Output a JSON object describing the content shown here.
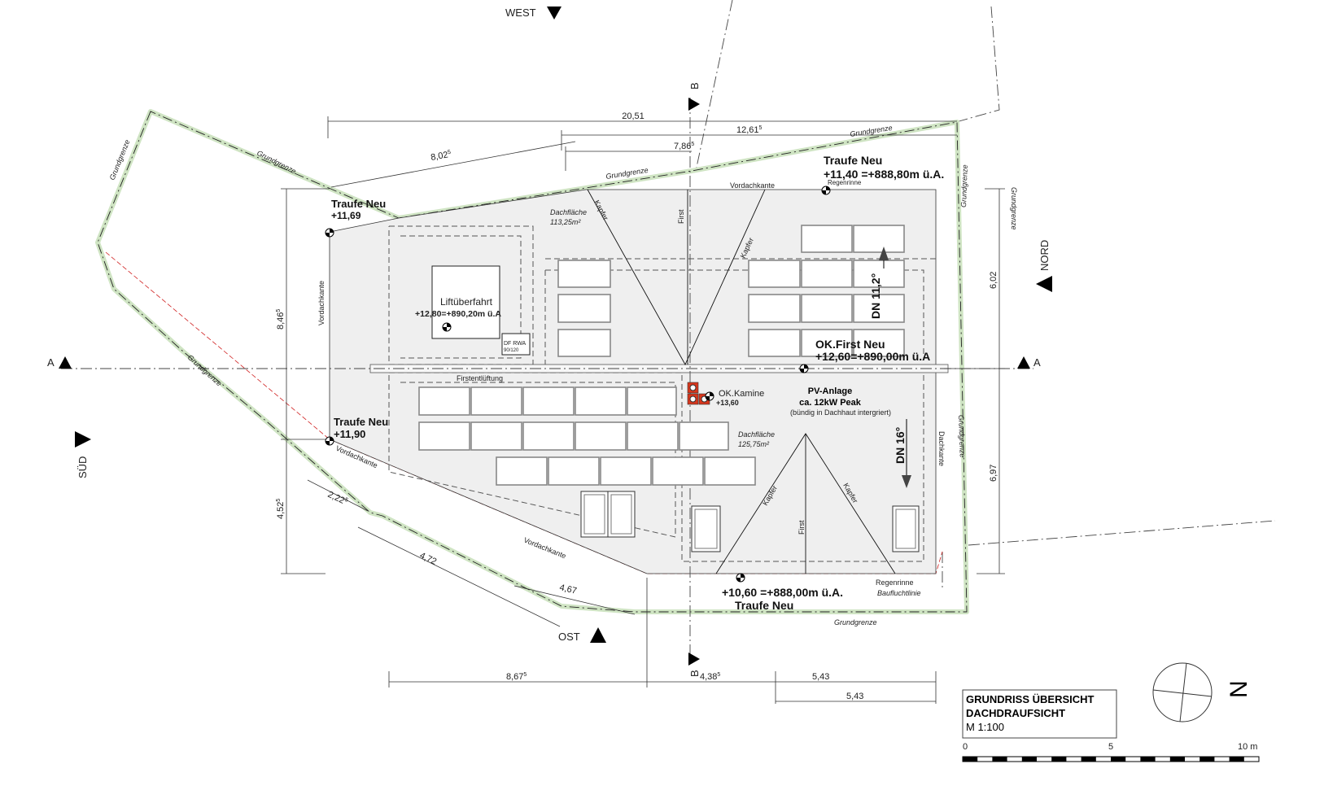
{
  "colors": {
    "boundary": "#cfe4c3",
    "roof": "#efefef",
    "chimney": "#d7361c",
    "property_line": "#d02020"
  },
  "orientation": {
    "west": "WEST",
    "ost": "OST",
    "sued": "SÜD",
    "nord": "NORD",
    "section_a": "A",
    "section_b": "B"
  },
  "dimensions": {
    "top_total": "20,51",
    "top_12": "12,61",
    "top_12_sup": "5",
    "top_7": "7,86",
    "top_7_sup": "5",
    "top_diag": "8,02",
    "top_diag_sup": "5",
    "left_upper": "8,46",
    "left_upper_sup": "5",
    "left_lower": "4,52",
    "left_lower_sup": "5",
    "right_upper": "6,02",
    "right_lower": "6,97",
    "diag_1": "2,22",
    "diag_1_sup": "5",
    "diag_2": "4,72",
    "diag_3": "4,67",
    "bottom_1": "8,67",
    "bottom_1_sup": "5",
    "bottom_2": "4,38",
    "bottom_2_sup": "5",
    "bottom_3": "5,43",
    "bottom_4": "5,43"
  },
  "labels": {
    "grundgrenze": "Grundgrenze",
    "traufe_neu": "Traufe Neu",
    "traufe_1169": "+11,69",
    "traufe_1190": "+11,90",
    "traufe_top": "+11,40 =+888,80m ü.A.",
    "traufe_bottom": "+10,60 =+888,00m ü.A.",
    "regenrinne": "Regenrinne",
    "vordachkante": "Vordachkante",
    "dachkante": "Dachkante",
    "dachflaeche": "Dachfläche",
    "dachflaeche_1": "113,25m²",
    "dachflaeche_2": "125,75m²",
    "kapfer": "Kapfer",
    "first": "First",
    "lift_title": "Liftüberfahrt",
    "lift_level": "+12,80=+890,20m ü.A",
    "df_rwa": "DF RWA",
    "df_rwa_size": "90/120",
    "ok_first": "OK.First Neu",
    "ok_first_level": "+12,60=+890,00m ü.A",
    "firstentlueftung": "Firstentlüftung",
    "ok_kamine": "OK.Kamine",
    "ok_kamine_level": "+13,60",
    "pv_title": "PV-Anlage",
    "pv_power": "ca. 12kW Peak",
    "pv_note": "(bündig in Dachhaut intergriert)",
    "dn_112": "DN 11,2°",
    "dn_16": "DN 16°",
    "baufluchtlinie": "Baufluchtlinie"
  },
  "title_block": {
    "line1": "GRUNDRISS ÜBERSICHT",
    "line2": "DACHDRAUFSICHT",
    "scale": "M 1:100"
  },
  "scale_bar": {
    "label_0": "0",
    "label_5": "5",
    "label_10": "10 m"
  },
  "north": {
    "label": "N"
  }
}
